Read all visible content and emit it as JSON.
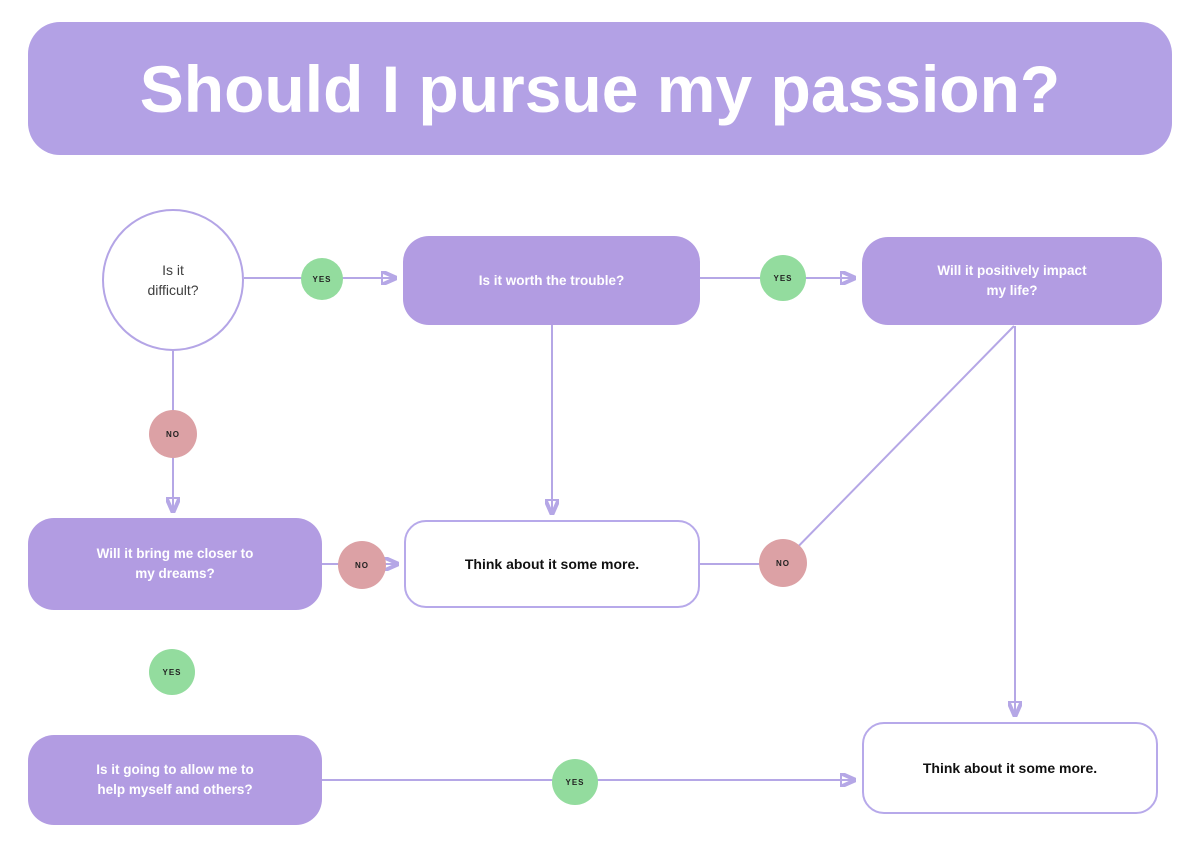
{
  "title": {
    "text": "Should I pursue my passion?"
  },
  "colors": {
    "banner_purple": "#b3a1e5",
    "node_purple": "#b29ce2",
    "line_purple": "#b5a7e6",
    "yes_green": "#93dc9e",
    "no_pink": "#dca1a5",
    "white": "#ffffff",
    "dark_text": "#3f3f3f"
  },
  "nodes": {
    "difficult": {
      "label": "Is it\ndifficult?"
    },
    "trouble": {
      "label": "Is it worth the trouble?"
    },
    "impact": {
      "label": "Will it positively impact\nmy life?"
    },
    "dreams": {
      "label": "Will it bring me closer to\nmy dreams?"
    },
    "think_mid": {
      "label": "Think about it some more."
    },
    "help": {
      "label": "Is it going to allow me to\nhelp myself and others?"
    },
    "think_bottom": {
      "label": "Think about it some more."
    }
  },
  "edge_labels": {
    "yes_difficult_trouble": "YES",
    "yes_trouble_impact": "YES",
    "no_difficult_dreams": "NO",
    "no_dreams_think": "NO",
    "no_impact_think": "NO",
    "yes_dreams_help": "YES",
    "yes_help_think": "YES"
  }
}
